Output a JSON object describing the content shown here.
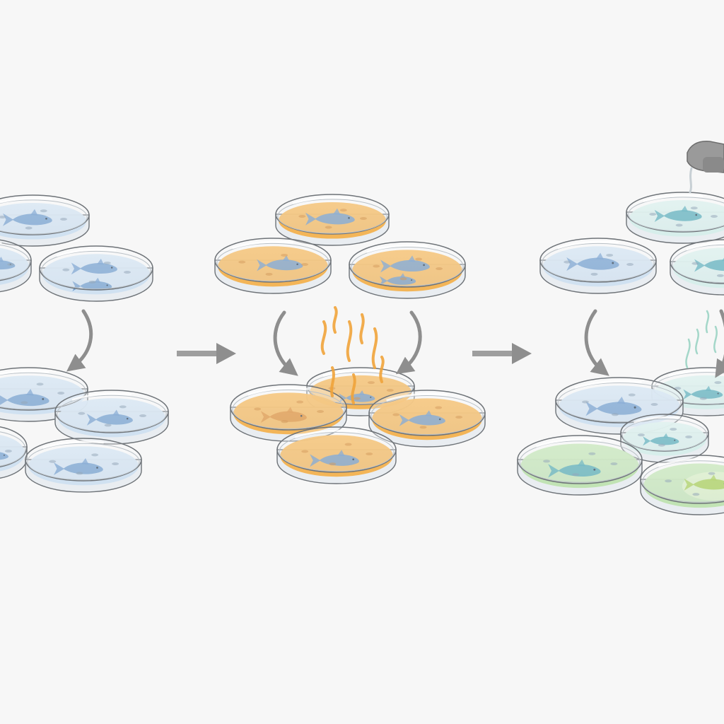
{
  "colors": {
    "background": "#f7f7f7",
    "blue_medium": "#cfe0f0",
    "orange_medium": "#f3b24f",
    "green_medium": "#bfe3b0",
    "teal_medium": "#d6eeea",
    "fish_blue": "#5d8fc7",
    "fish_teal": "#3fa0b0",
    "fish_orange": "#d9862c",
    "fish_green": "#9bc53d",
    "arrow": "#8e8e8e",
    "dropper": "#9a9a9a"
  },
  "stages": [
    {
      "name": "stage-1-blue",
      "medium": "blue",
      "top_dishes": 3,
      "bottom_dishes": 4,
      "icons": [
        "petri-dish-icon",
        "fish-icon",
        "curved-arrow-icon"
      ]
    },
    {
      "name": "stage-2-orange",
      "medium": "orange",
      "top_dishes": 3,
      "bottom_dishes": 4,
      "icons": [
        "petri-dish-icon",
        "fish-icon",
        "rising-wisps-icon",
        "curved-arrow-icon"
      ]
    },
    {
      "name": "stage-3-green",
      "medium": "green",
      "top_dishes": 3,
      "bottom_dishes": 4,
      "icons": [
        "petri-dish-icon",
        "fish-icon",
        "dropper-icon",
        "curved-arrow-icon"
      ]
    }
  ],
  "transitions": [
    "stage-arrow-1",
    "stage-arrow-2"
  ]
}
